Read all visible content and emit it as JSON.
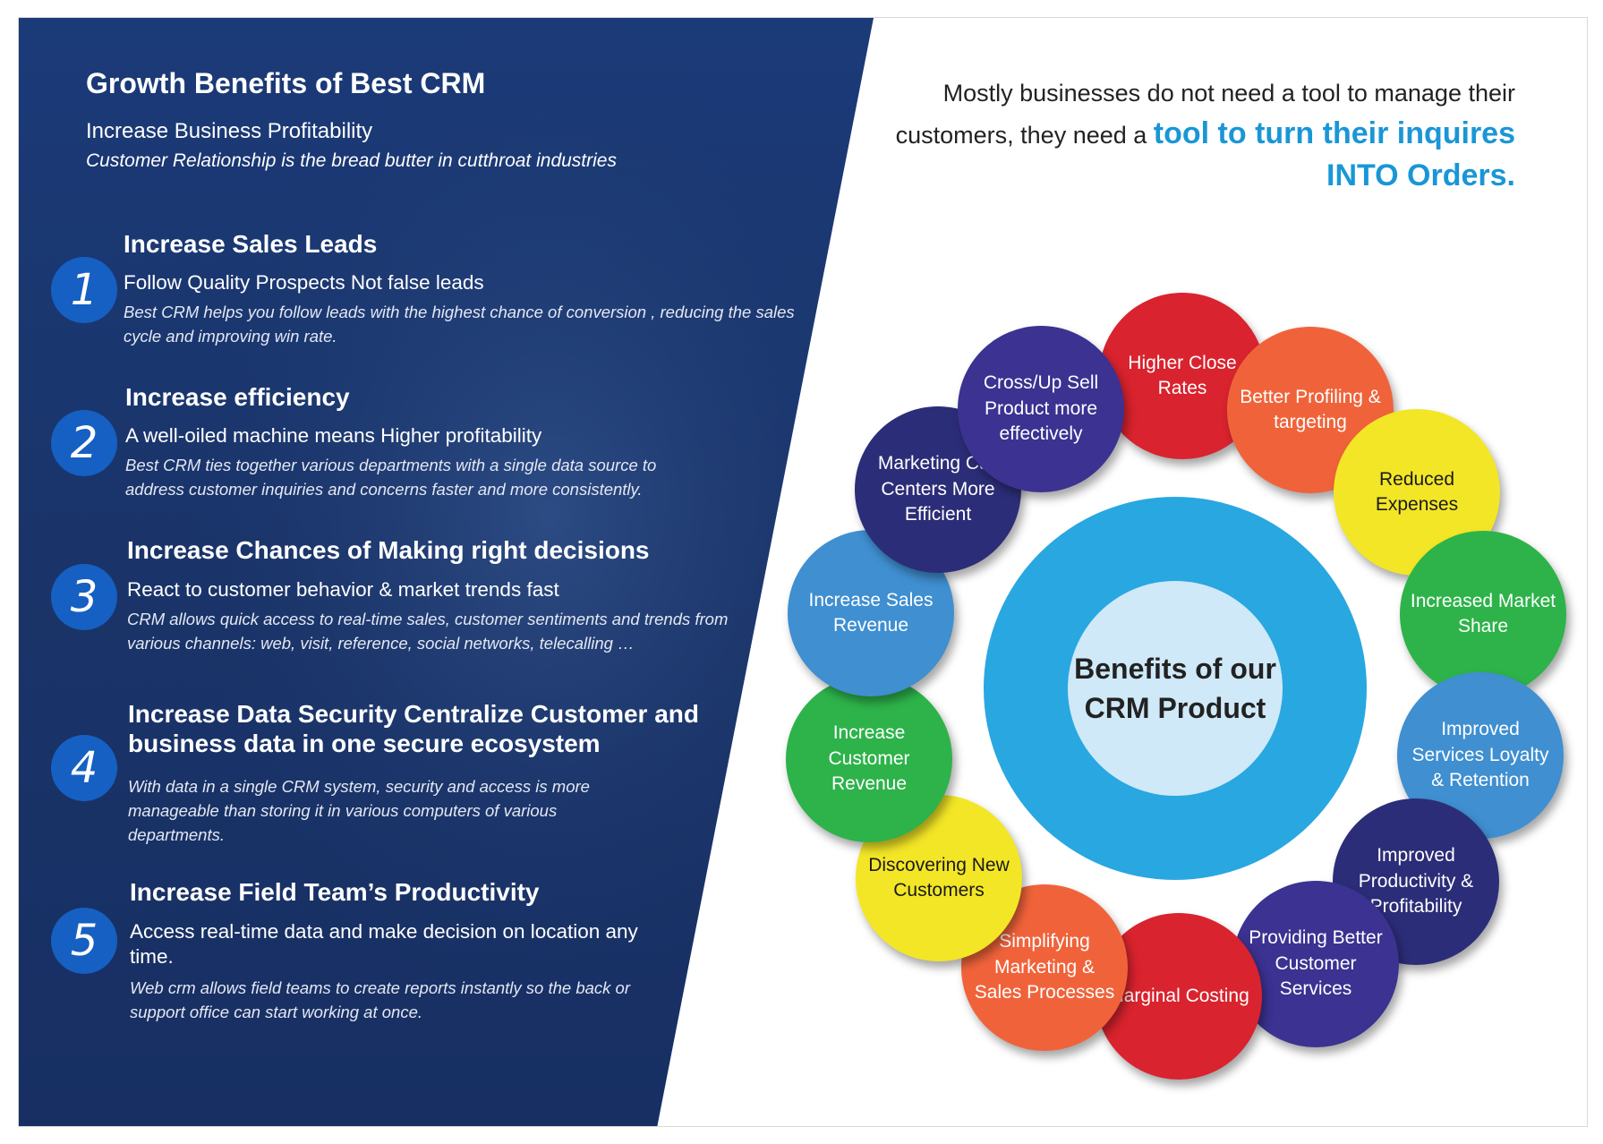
{
  "header": {
    "title": "Growth Benefits of  Best CRM",
    "subtitle": "Increase  Business Profitability",
    "tagline": "Customer Relationship  is the bread butter  in cutthroat  industries"
  },
  "benefits": [
    {
      "number": "1",
      "title": "Increase Sales Leads",
      "subtitle": "Follow Quality Prospects Not false leads",
      "description": "Best CRM helps you follow leads with the highest chance of conversion , reducing the sales cycle and improving win rate."
    },
    {
      "number": "2",
      "title": "Increase efficiency",
      "subtitle": "A well-oiled machine means Higher profitability",
      "description": "Best CRM ties  together various departments with a single  data source to address customer inquiries and concerns faster and more consistently."
    },
    {
      "number": "3",
      "title": "Increase Chances of Making right decisions",
      "subtitle": "React  to customer behavior & market trends fast",
      "description": "CRM allows quick access to real-time sales, customer sentiments and trends from various channels: web, visit, reference, social networks, telecalling …"
    },
    {
      "number": "4",
      "title": "Increase Data Security Centralize Customer and business data in one secure ecosystem",
      "subtitle": "",
      "description": "With data in a single CRM system, security and access is more manageable than storing it in various computers of various departments."
    },
    {
      "number": "5",
      "title": "Increase Field Team’s Productivity",
      "subtitle": "Access real-time data  and  make decision on location any time.",
      "description": "Web crm allows  field  teams to create reports instantly so the back or support office can start  working at once."
    }
  ],
  "intro": {
    "text": "Mostly businesses do not need a tool to manage their customers, they need a",
    "highlight": "tool to turn their inquires INTO Orders."
  },
  "hub": {
    "label": "Benefits of our CRM Product"
  },
  "wheel_items": [
    {
      "label": "Higher Close Rates",
      "color": "#d9232e"
    },
    {
      "label": "Better Profiling & targeting",
      "color": "#f0633a"
    },
    {
      "label": "Reduced Expenses",
      "color": "#f3e626"
    },
    {
      "label": "Increased Market Share",
      "color": "#2db34a"
    },
    {
      "label": "Improved Services Loyalty & Retention",
      "color": "#3f8fd1"
    },
    {
      "label": "Improved Productivity & Profitability",
      "color": "#2c2d78"
    },
    {
      "label": "Providing Better Customer Services",
      "color": "#3b3291"
    },
    {
      "label": "Marginal Costing",
      "color": "#d9232e"
    },
    {
      "label": "Simplifying Marketing & Sales Processes",
      "color": "#f0633a"
    },
    {
      "label": "Discovering New Customers",
      "color": "#f3e626"
    },
    {
      "label": "Increase Customer Revenue",
      "color": "#2db34a"
    },
    {
      "label": "Increase Sales Revenue",
      "color": "#3f8fd1"
    },
    {
      "label": "Marketing Call Centers More Efficient",
      "color": "#2c2d78"
    },
    {
      "label": "Cross/Up Sell Product more effectively",
      "color": "#3b3291"
    }
  ]
}
